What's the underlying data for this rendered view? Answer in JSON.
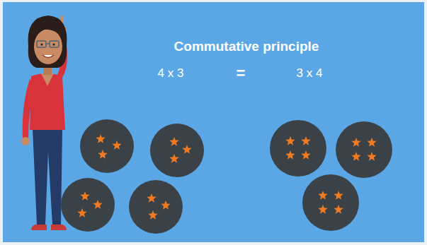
{
  "diagram": {
    "title": "Commutative principle",
    "labels": [
      "4 x 3",
      "=",
      "3 x 4"
    ]
  }
}
